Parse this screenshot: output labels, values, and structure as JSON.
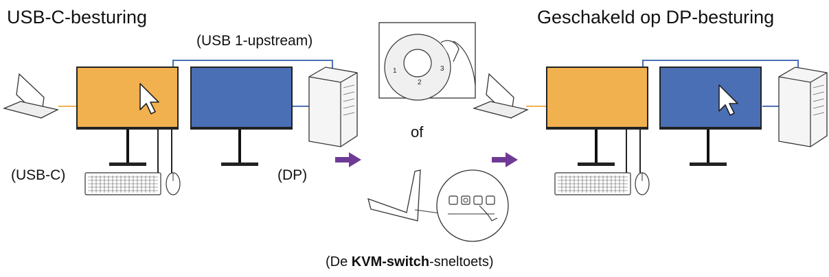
{
  "left_title": "USB-C-besturing",
  "right_title": "Geschakeld op DP-besturing",
  "usb_upstream_label": "(USB 1-upstream)",
  "usbc_label": "(USB-C)",
  "dp_label": "(DP)",
  "or_label": "of",
  "caption": {
    "prefix": "(De ",
    "bold": "KVM-switch",
    "suffix": "-sneltoets)"
  },
  "controller_dial_labels": [
    "1",
    "2",
    "3"
  ],
  "colors": {
    "usbc_screen": "#f2b14f",
    "dp_screen": "#4a6fb5",
    "usbc_cable": "#f2b14f",
    "dp_cable": "#4a6fb5",
    "arrow": "#6f3a96"
  }
}
